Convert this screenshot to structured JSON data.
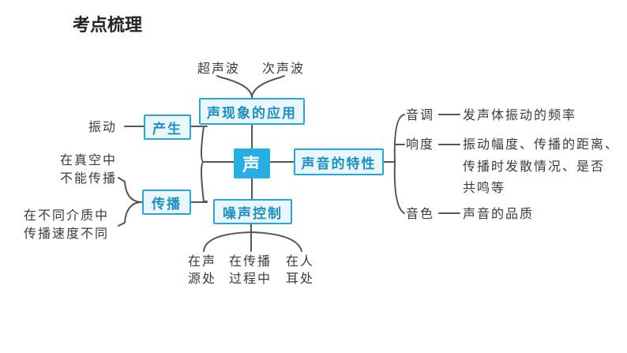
{
  "title": "考点梳理",
  "center": "声",
  "nodes": {
    "application": "声现象的应用",
    "production": "产生",
    "propagation": "传播",
    "noise_control": "噪声控制",
    "characteristics": "声音的特性"
  },
  "leaves": {
    "ultrasound": "超声波",
    "infrasound": "次声波",
    "vibration": "振动",
    "vacuum_1": "在真空中",
    "vacuum_2": "不能传播",
    "media_1": "在不同介质中",
    "media_2": "传播速度不同",
    "source_1": "在声",
    "source_2": "源处",
    "path_1": "在传播",
    "path_2": "过程中",
    "ear_1": "在人",
    "ear_2": "耳处",
    "pitch": "音调",
    "pitch_desc": "发声体振动的频率",
    "loudness": "响度",
    "loudness_desc_1": "振动幅度、传播的距离、",
    "loudness_desc_2": "传播时发散情况、是否",
    "loudness_desc_3": "共鸣等",
    "timbre": "音色",
    "timbre_desc": "声音的品质"
  },
  "colors": {
    "accent": "#27aee3",
    "box_border": "#29a6d6",
    "box_fill": "#e9f7fd",
    "line": "#555555"
  }
}
